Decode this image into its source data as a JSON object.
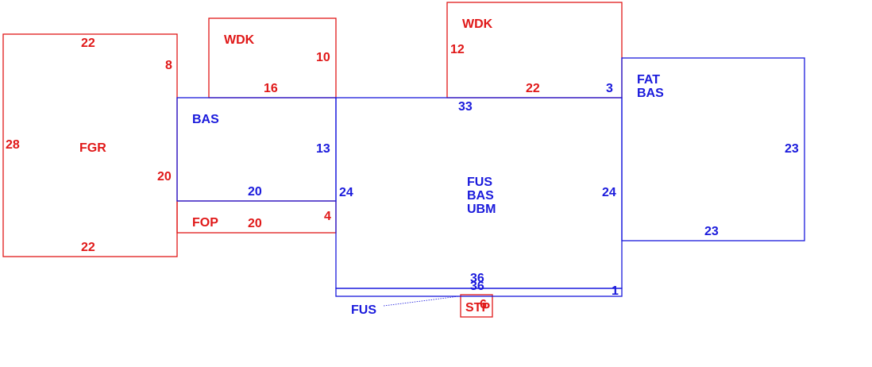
{
  "colors": {
    "red": "#e01818",
    "blue": "#1a1adc"
  },
  "areas": {
    "fgr": {
      "code": "FGR",
      "top": "22",
      "bottom": "22",
      "left": "28",
      "right_upper": "8",
      "right_lower": "20"
    },
    "wdk_left": {
      "code": "WDK",
      "right": "10",
      "bottom": "16"
    },
    "bas_left": {
      "code": "BAS",
      "right": "13",
      "bottom": "20"
    },
    "fop": {
      "code": "FOP",
      "bottom": "20",
      "right": "4"
    },
    "wdk_right": {
      "code": "WDK",
      "left": "12",
      "bottom": "22",
      "right": "3"
    },
    "main": {
      "line1": "FUS",
      "line2": "BAS",
      "line3": "UBM",
      "top": "33",
      "left": "24",
      "right": "24",
      "bottom": "36"
    },
    "fat": {
      "line1": "FAT",
      "line2": "BAS",
      "right": "23",
      "bottom": "23"
    },
    "fus_strip": {
      "code": "FUS",
      "top": "36",
      "right": "1"
    },
    "stp": {
      "code": "STP",
      "dim": "6"
    }
  }
}
